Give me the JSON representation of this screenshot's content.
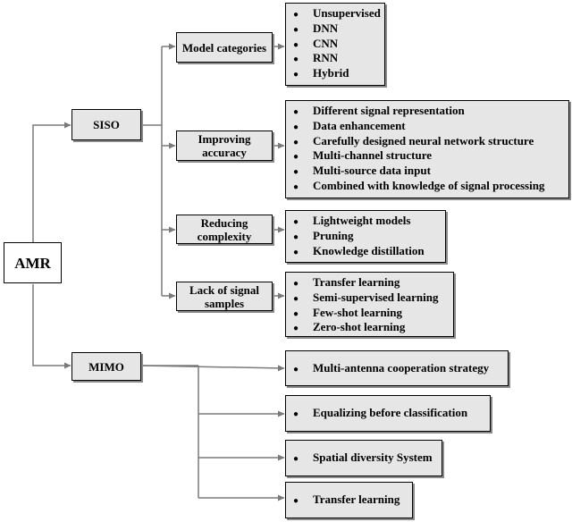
{
  "root": {
    "label": "AMR"
  },
  "siso": {
    "label": "SISO"
  },
  "mimo": {
    "label": "MIMO"
  },
  "bullet_glyph": "●",
  "siso_branches": [
    {
      "label": "Model categories",
      "items": [
        "Unsupervised",
        "DNN",
        "CNN",
        "RNN",
        "Hybrid"
      ]
    },
    {
      "label": "Improving accuracy",
      "items": [
        "Different signal representation",
        "Data enhancement",
        "Carefully designed neural network structure",
        "Multi-channel structure",
        "Multi-source data input",
        "Combined with knowledge of signal processing"
      ]
    },
    {
      "label": "Reducing complexity",
      "items": [
        "Lightweight models",
        "Pruning",
        "Knowledge distillation"
      ]
    },
    {
      "label": "Lack of signal samples",
      "items": [
        "Transfer learning",
        "Semi-supervised learning",
        "Few-shot learning",
        "Zero-shot learning"
      ]
    }
  ],
  "mimo_items": [
    "Multi-antenna cooperation strategy",
    "Equalizing before classification",
    "Spatial diversity System",
    "Transfer learning"
  ]
}
